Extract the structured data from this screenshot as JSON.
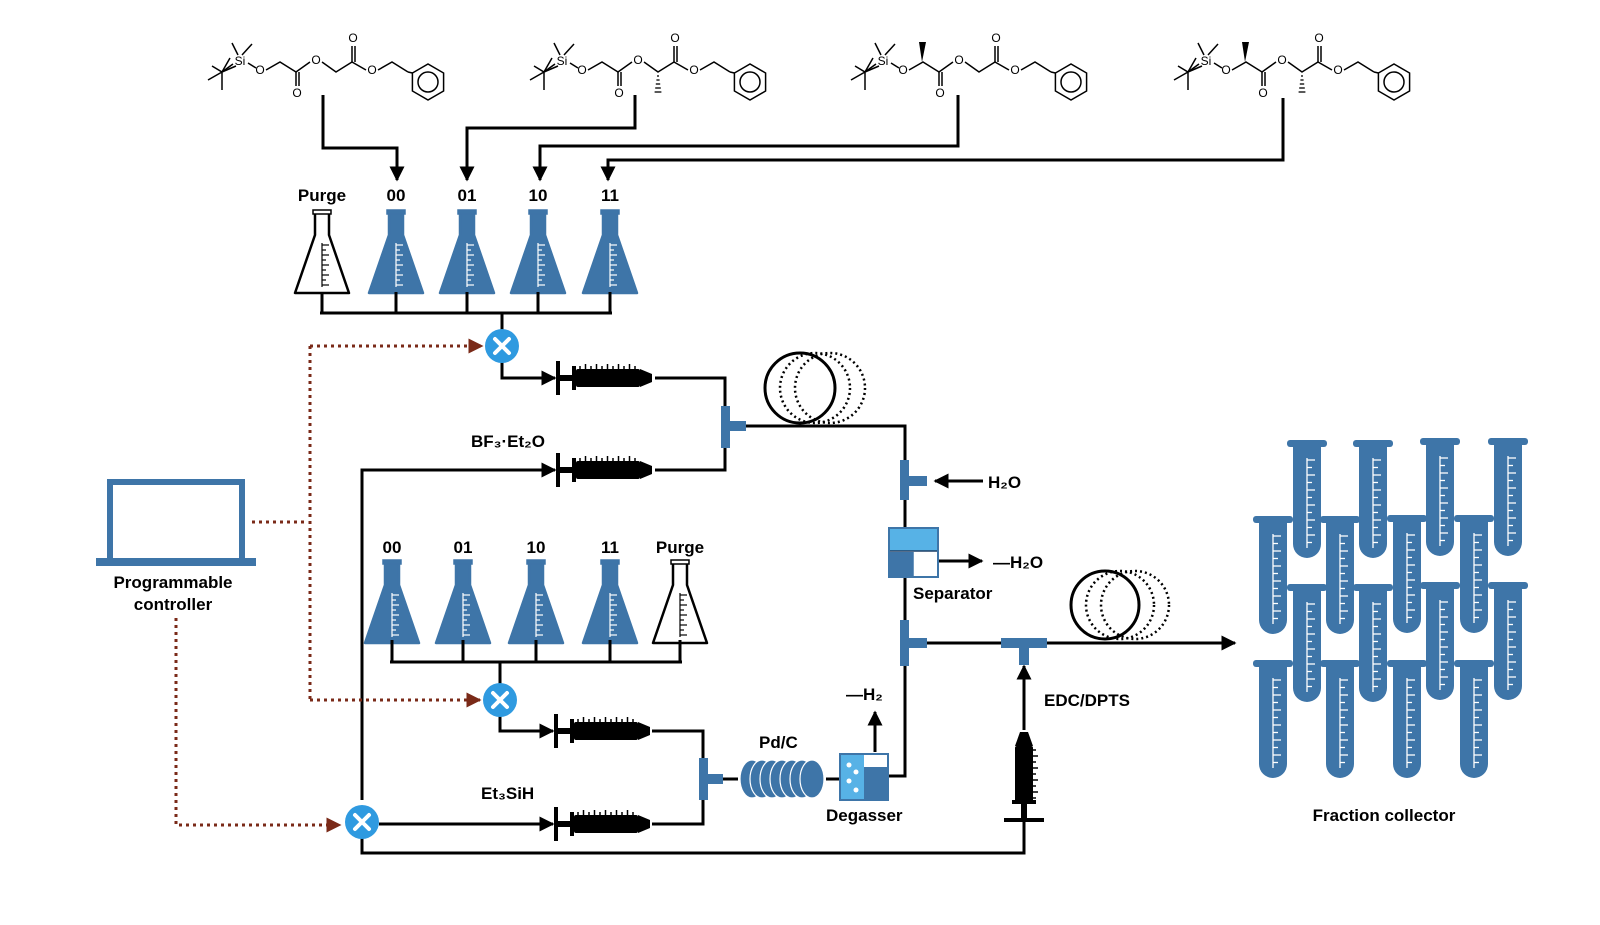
{
  "monomers": [
    {
      "atoms": [
        "Si",
        "O",
        "O",
        "O",
        "O",
        "O",
        "O"
      ]
    },
    {
      "atoms": [
        "Si",
        "O",
        "O",
        "O",
        "O",
        "O",
        "O"
      ]
    },
    {
      "atoms": [
        "Si",
        "O",
        "O",
        "O",
        "O",
        "O",
        "O"
      ]
    },
    {
      "atoms": [
        "Si",
        "O",
        "O",
        "O",
        "O",
        "O",
        "O"
      ]
    }
  ],
  "top_flasks": [
    "Purge",
    "00",
    "01",
    "10",
    "11"
  ],
  "bottom_flasks": [
    "00",
    "01",
    "10",
    "11",
    "Purge"
  ],
  "labels": {
    "bf3": "BF₃·Et₂O",
    "h2o_in": "H₂O",
    "h2o_out": "—H₂O",
    "separator": "Separator",
    "h2_out": "—H₂",
    "pdc": "Pd/C",
    "degasser": "Degasser",
    "et3sih": "Et₃SiH",
    "edc": "EDC/DPTS",
    "controller_line1": "Programmable",
    "controller_line2": "controller",
    "fraction": "Fraction collector"
  },
  "colors": {
    "blue": "#3e75a8",
    "light_blue": "#57b2e6",
    "valve": "#2f9ae0",
    "control_line": "#7a2a18"
  }
}
